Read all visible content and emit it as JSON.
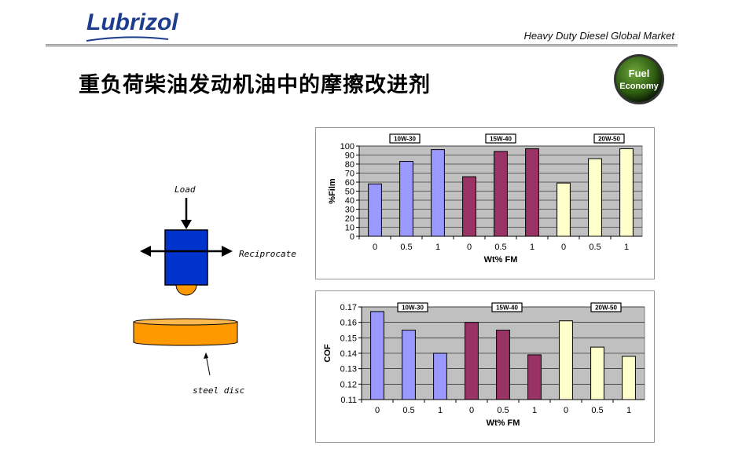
{
  "header": {
    "logo_text": "Lubrizol",
    "market_text": "Heavy Duty Diesel Global Market",
    "title": "重负荷柴油发动机油中的摩擦改进剂",
    "badge_line1": "Fuel",
    "badge_line2": "Economy"
  },
  "diagram": {
    "load_label": "Load",
    "reciprocate_label": "Reciprocate",
    "disc_label": "steel disc"
  },
  "colors": {
    "series_10w30": "#9999ff",
    "series_15w40": "#993366",
    "series_20w50": "#ffffcc",
    "plot_bg": "#c0c0c0",
    "block": "#0033cc",
    "ball": "#ff9900",
    "disc": "#ff9900"
  },
  "chart_data": [
    {
      "type": "bar",
      "categories": [
        "0",
        "0.5",
        "1",
        "0",
        "0.5",
        "1",
        "0",
        "0.5",
        "1"
      ],
      "groups": [
        "10W-30",
        "15W-40",
        "20W-50"
      ],
      "series": [
        {
          "name": "10W-30",
          "values": [
            58,
            83,
            96
          ]
        },
        {
          "name": "15W-40",
          "values": [
            66,
            94,
            97
          ]
        },
        {
          "name": "20W-50",
          "values": [
            59,
            86,
            97
          ]
        }
      ],
      "xlabel": "Wt% FM",
      "ylabel": "%Film",
      "ylim": [
        0,
        100
      ],
      "yticks": [
        0,
        10,
        20,
        30,
        40,
        50,
        60,
        70,
        80,
        90,
        100
      ],
      "grid": true
    },
    {
      "type": "bar",
      "categories": [
        "0",
        "0.5",
        "1",
        "0",
        "0.5",
        "1",
        "0",
        "0.5",
        "1"
      ],
      "groups": [
        "10W-30",
        "15W-40",
        "20W-50"
      ],
      "series": [
        {
          "name": "10W-30",
          "values": [
            0.167,
            0.155,
            0.14
          ]
        },
        {
          "name": "15W-40",
          "values": [
            0.16,
            0.155,
            0.139
          ]
        },
        {
          "name": "20W-50",
          "values": [
            0.161,
            0.144,
            0.138
          ]
        }
      ],
      "xlabel": "Wt% FM",
      "ylabel": "COF",
      "ylim": [
        0.11,
        0.17
      ],
      "yticks": [
        0.11,
        0.12,
        0.13,
        0.14,
        0.15,
        0.16,
        0.17
      ],
      "grid": true
    }
  ]
}
